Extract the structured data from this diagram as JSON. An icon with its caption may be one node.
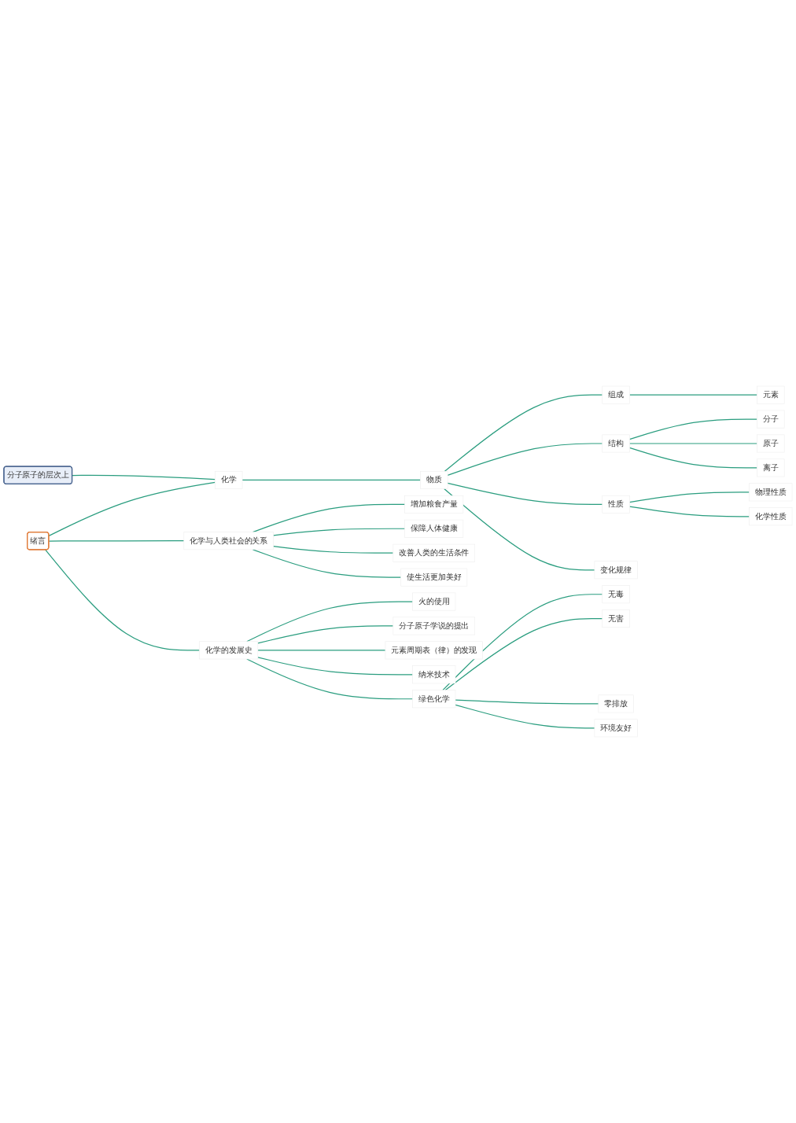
{
  "diagram": {
    "nodes": [
      {
        "text": [
          "绪言"
        ]
      },
      {
        "text": [
          "化学"
        ]
      },
      {
        "text": [
          "分子原子的层次上"
        ]
      },
      {
        "text": [
          "物质"
        ]
      },
      {
        "text": [
          "组成"
        ]
      },
      {
        "text": [
          "元素"
        ]
      },
      {
        "text": [
          "结构"
        ]
      },
      {
        "text": [
          "分子"
        ]
      },
      {
        "text": [
          "原子"
        ]
      },
      {
        "text": [
          "离子"
        ]
      },
      {
        "text": [
          "性质"
        ]
      },
      {
        "text": [
          "物理性质"
        ]
      },
      {
        "text": [
          "化学性质"
        ]
      },
      {
        "text": [
          "变化规律"
        ]
      },
      {
        "text": [
          "化学与人类社会的关系"
        ]
      },
      {
        "text": [
          "增加粮食产量"
        ]
      },
      {
        "text": [
          "保障人体健康"
        ]
      },
      {
        "text": [
          "改善人类的生活条件"
        ]
      },
      {
        "text": [
          "使生活更加美好"
        ]
      },
      {
        "text": [
          "化学的发展史"
        ]
      },
      {
        "text": [
          "火的使用"
        ]
      },
      {
        "text": [
          "分子原子学说的提出"
        ]
      },
      {
        "text": [
          "元素周期表（律）的发现"
        ]
      },
      {
        "text": [
          "纳米技术"
        ]
      },
      {
        "text": [
          "绿色化学"
        ]
      },
      {
        "text": [
          "无毒"
        ]
      },
      {
        "text": [
          "无害"
        ]
      },
      {
        "text": [
          "零排放"
        ]
      },
      {
        "text": [
          "环境友好"
        ]
      }
    ],
    "edges": [
      {
        "from": 0,
        "to": 1,
        "arrow": "none"
      },
      {
        "from": 2,
        "to": 1,
        "arrow": "none"
      },
      {
        "from": 1,
        "to": 3,
        "arrow": "none"
      },
      {
        "from": 3,
        "to": 4,
        "arrow": "none"
      },
      {
        "from": 4,
        "to": 5,
        "arrow": "none"
      },
      {
        "from": 3,
        "to": 6,
        "arrow": "none"
      },
      {
        "from": 6,
        "to": 7,
        "arrow": "none"
      },
      {
        "from": 6,
        "to": 8,
        "arrow": "none"
      },
      {
        "from": 6,
        "to": 9,
        "arrow": "none"
      },
      {
        "from": 3,
        "to": 10,
        "arrow": "none"
      },
      {
        "from": 10,
        "to": 11,
        "arrow": "none"
      },
      {
        "from": 10,
        "to": 12,
        "arrow": "none"
      },
      {
        "from": 3,
        "to": 13,
        "arrow": "none"
      },
      {
        "from": 0,
        "to": 14,
        "arrow": "none"
      },
      {
        "from": 14,
        "to": 15,
        "arrow": "none"
      },
      {
        "from": 14,
        "to": 16,
        "arrow": "none"
      },
      {
        "from": 14,
        "to": 17,
        "arrow": "none"
      },
      {
        "from": 14,
        "to": 18,
        "arrow": "none"
      },
      {
        "from": 0,
        "to": 19,
        "arrow": "none"
      },
      {
        "from": 19,
        "to": 20,
        "arrow": "none"
      },
      {
        "from": 19,
        "to": 21,
        "arrow": "none"
      },
      {
        "from": 19,
        "to": 22,
        "arrow": "none"
      },
      {
        "from": 19,
        "to": 23,
        "arrow": "none"
      },
      {
        "from": 19,
        "to": 24,
        "arrow": "none"
      },
      {
        "from": 24,
        "to": 25,
        "arrow": "none"
      },
      {
        "from": 24,
        "to": 26,
        "arrow": "none"
      },
      {
        "from": 24,
        "to": 27,
        "arrow": "none"
      },
      {
        "from": 24,
        "to": 28,
        "arrow": "none"
      }
    ]
  }
}
